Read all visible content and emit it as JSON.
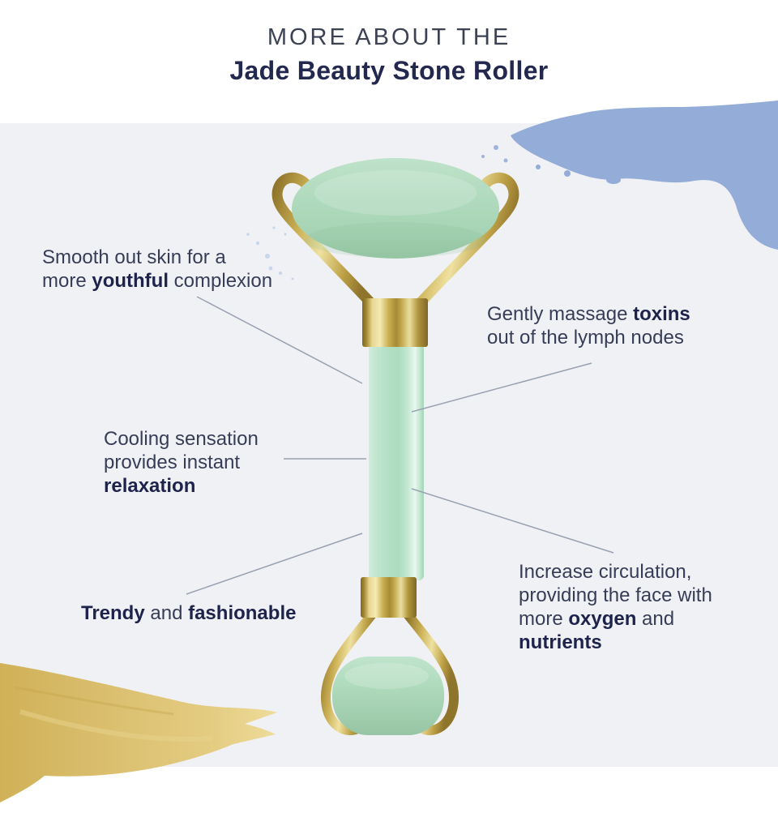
{
  "header": {
    "eyebrow": "MORE ABOUT THE",
    "title": "Jade Beauty Stone Roller"
  },
  "callouts": [
    {
      "name": "smooth-skin",
      "lines": [
        [
          {
            "t": "Smooth out skin for a",
            "b": false
          }
        ],
        [
          {
            "t": "more ",
            "b": false
          },
          {
            "t": "youthful",
            "b": true
          },
          {
            "t": " complexion",
            "b": false
          }
        ]
      ]
    },
    {
      "name": "massage-toxins",
      "lines": [
        [
          {
            "t": "Gently massage ",
            "b": false
          },
          {
            "t": "toxins",
            "b": true
          }
        ],
        [
          {
            "t": "out of the lymph nodes",
            "b": false
          }
        ]
      ]
    },
    {
      "name": "cooling-sensation",
      "lines": [
        [
          {
            "t": "Cooling sensation",
            "b": false
          }
        ],
        [
          {
            "t": "provides instant",
            "b": false
          }
        ],
        [
          {
            "t": "relaxation",
            "b": true
          }
        ]
      ]
    },
    {
      "name": "increase-circulation",
      "lines": [
        [
          {
            "t": "Increase circulation,",
            "b": false
          }
        ],
        [
          {
            "t": "providing the face with",
            "b": false
          }
        ],
        [
          {
            "t": "more ",
            "b": false
          },
          {
            "t": "oxygen",
            "b": true
          },
          {
            "t": " and",
            "b": false
          }
        ],
        [
          {
            "t": "nutrients",
            "b": true
          }
        ]
      ]
    },
    {
      "name": "trendy",
      "lines": [
        [
          {
            "t": "Trendy",
            "b": true
          },
          {
            "t": " and ",
            "b": false
          },
          {
            "t": "fashionable",
            "b": true
          }
        ]
      ]
    }
  ],
  "illustration": {
    "name": "jade-beauty-stone-roller"
  },
  "colors": {
    "panel_background": "#f0f1f5",
    "page_background": "#ffffff",
    "jade_stone": "#aed9bb",
    "gold_metal": "#c8ac52",
    "blue_brush_stroke": "#93acd8",
    "gold_brush_stroke": "#d9bd6a",
    "body_text": "#373d57",
    "bold_text": "#1e234c",
    "title_text": "#23284f",
    "eyebrow_text": "#3c4254",
    "leader_line": "#99a1b0"
  }
}
